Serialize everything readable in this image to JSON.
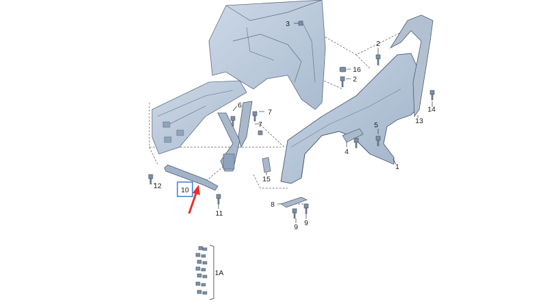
{
  "diagram": {
    "callouts": [
      {
        "id": "c3",
        "text": "3"
      },
      {
        "id": "c2a",
        "text": "2"
      },
      {
        "id": "c16",
        "text": "16"
      },
      {
        "id": "c2b",
        "text": "2"
      },
      {
        "id": "c14",
        "text": "14"
      },
      {
        "id": "c13",
        "text": "13"
      },
      {
        "id": "c6",
        "text": "6"
      },
      {
        "id": "c7a",
        "text": "7"
      },
      {
        "id": "c7b",
        "text": "7"
      },
      {
        "id": "c5",
        "text": "5"
      },
      {
        "id": "c4",
        "text": "4"
      },
      {
        "id": "c1",
        "text": "1"
      },
      {
        "id": "c15",
        "text": "15"
      },
      {
        "id": "c12",
        "text": "12"
      },
      {
        "id": "c10",
        "text": "10"
      },
      {
        "id": "c11",
        "text": "11"
      },
      {
        "id": "c8",
        "text": "8"
      },
      {
        "id": "c9a",
        "text": "9"
      },
      {
        "id": "c9b",
        "text": "9"
      },
      {
        "id": "c1A",
        "text": "1A"
      }
    ],
    "highlight_color": "#2f6fd1",
    "arrow_color": "#e8302a",
    "part_fill": "#b8c6d8",
    "body_fill": "#c5d2e2"
  }
}
